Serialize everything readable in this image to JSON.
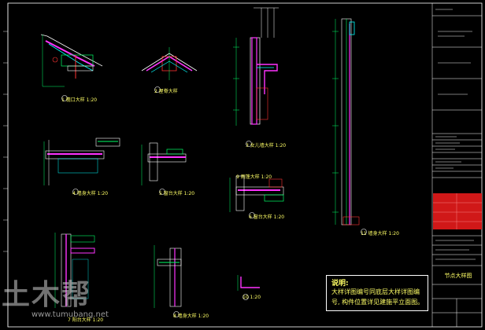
{
  "details": [
    {
      "id": "d1",
      "label": "1  檐口大样 1:20"
    },
    {
      "id": "d2",
      "label": "2  屋脊大样"
    },
    {
      "id": "d3",
      "label": "3  女儿墙大样 1:20"
    },
    {
      "id": "d4",
      "label": "4  墙身大样 1:20"
    },
    {
      "id": "d5",
      "label": "5  窗台大样 1:20"
    },
    {
      "id": "d6",
      "label": "6  窗台大样 1:20"
    },
    {
      "id": "d7",
      "label": "7  阳台大样 1:20"
    },
    {
      "id": "d8",
      "label": "8  墙身大样 1:20"
    },
    {
      "id": "d9",
      "label": "9  雨篷大样 1:20"
    },
    {
      "id": "d10",
      "label": "10  1:20"
    },
    {
      "id": "d11",
      "label": "11  墙身大样 1:20"
    }
  ],
  "note": {
    "title": "说明:",
    "line1": "大样详图编号同底层大样详图编",
    "line2": "号, 构件位置详见建施平立面图。"
  },
  "title_block": {
    "drawing_name": "节点大样图"
  },
  "watermark": {
    "logo": "土木帮",
    "url": "www.tumubang.net"
  }
}
